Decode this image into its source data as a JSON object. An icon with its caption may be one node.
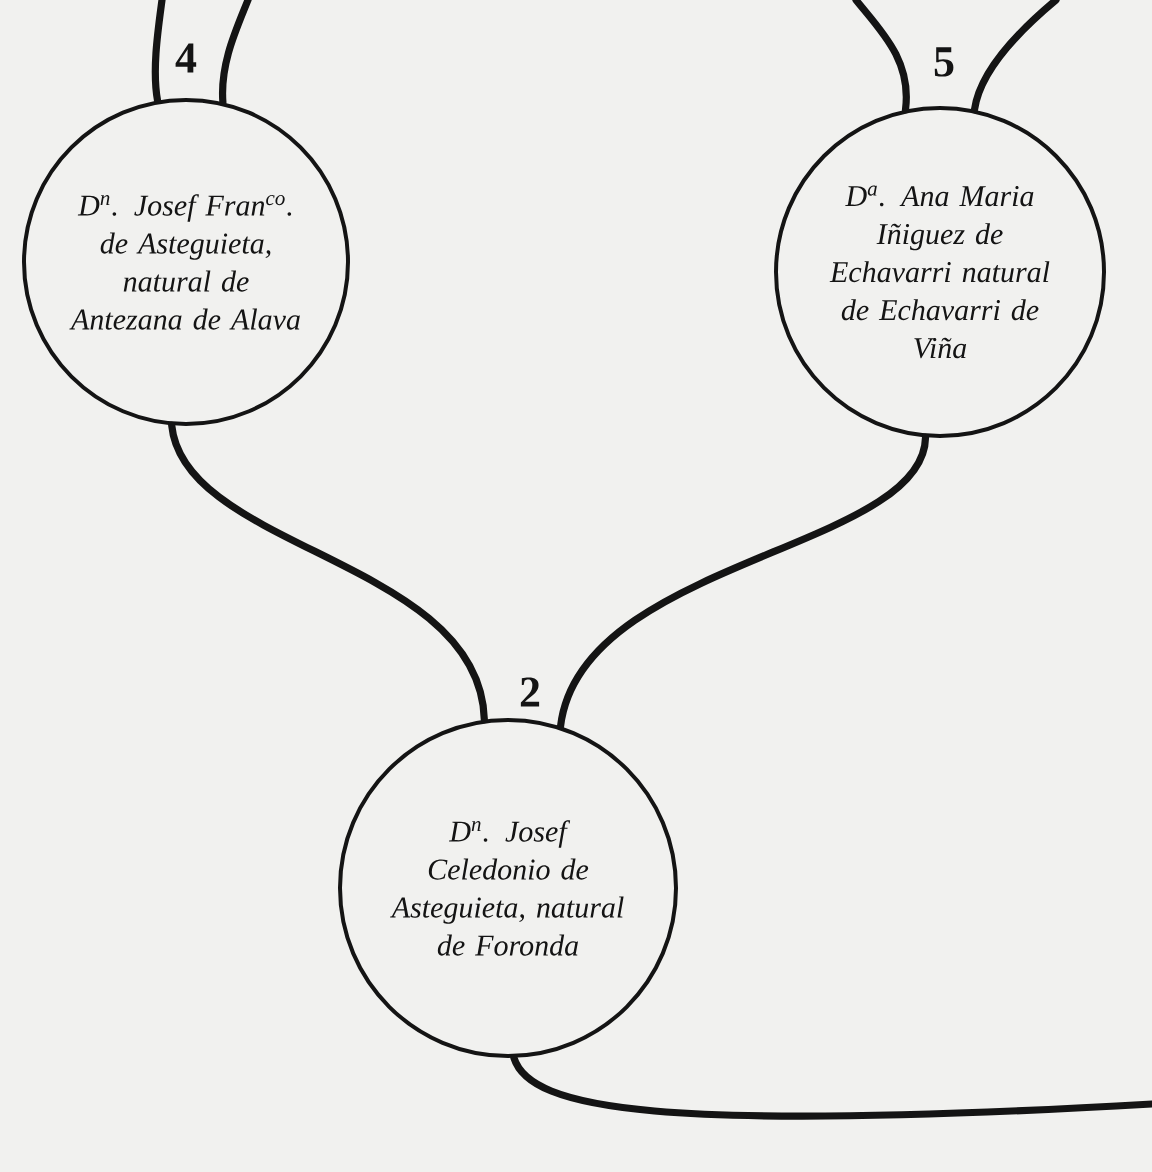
{
  "diagram": {
    "nodes": [
      {
        "text": [
          "D$^{n}$. Josef Fran$^{co}$. de Asteguieta, natural de Antezana de Alava"
        ],
        "beside": [
          "4"
        ]
      },
      {
        "text": [
          "D$^{a}$. Ana Maria Iñiguez de Echavarri natural de Echavarri de Viña"
        ],
        "beside": [
          "5"
        ]
      },
      {
        "text": [
          "D$^{n}$. Josef Celedonio de Asteguieta, natural de Foronda"
        ],
        "beside": [
          "2"
        ]
      }
    ],
    "edges": [
      {
        "from": null,
        "to": 0,
        "arrow": "none"
      },
      {
        "from": null,
        "to": 0,
        "arrow": "none"
      },
      {
        "from": null,
        "to": 1,
        "arrow": "none"
      },
      {
        "from": null,
        "to": 1,
        "arrow": "none"
      },
      {
        "from": 0,
        "to": 2,
        "arrow": "none"
      },
      {
        "from": 1,
        "to": 2,
        "arrow": "none"
      },
      {
        "from": 2,
        "to": null,
        "arrow": "none"
      }
    ]
  }
}
